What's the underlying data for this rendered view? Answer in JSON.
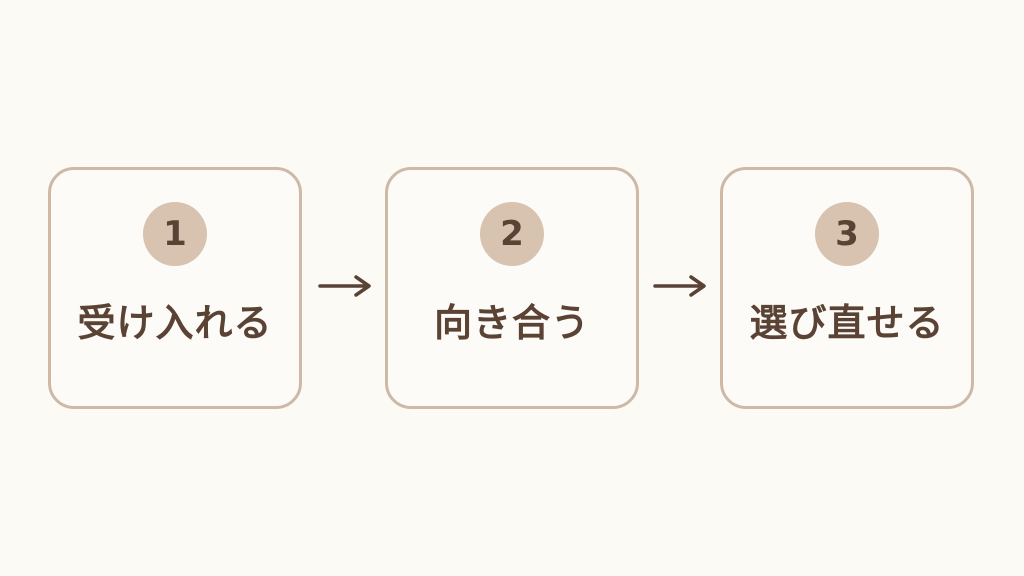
{
  "steps": [
    {
      "number": "1",
      "label": "受け入れる"
    },
    {
      "number": "2",
      "label": "向き合う"
    },
    {
      "number": "3",
      "label": "選び直せる"
    }
  ],
  "icons": {
    "connector": "arrow-right-icon"
  },
  "colors": {
    "background": "#fcfaf5",
    "box_border": "#cdb9a5",
    "badge_fill": "#d7c3b0",
    "text": "#5a4234",
    "arrow": "#5a4234"
  }
}
